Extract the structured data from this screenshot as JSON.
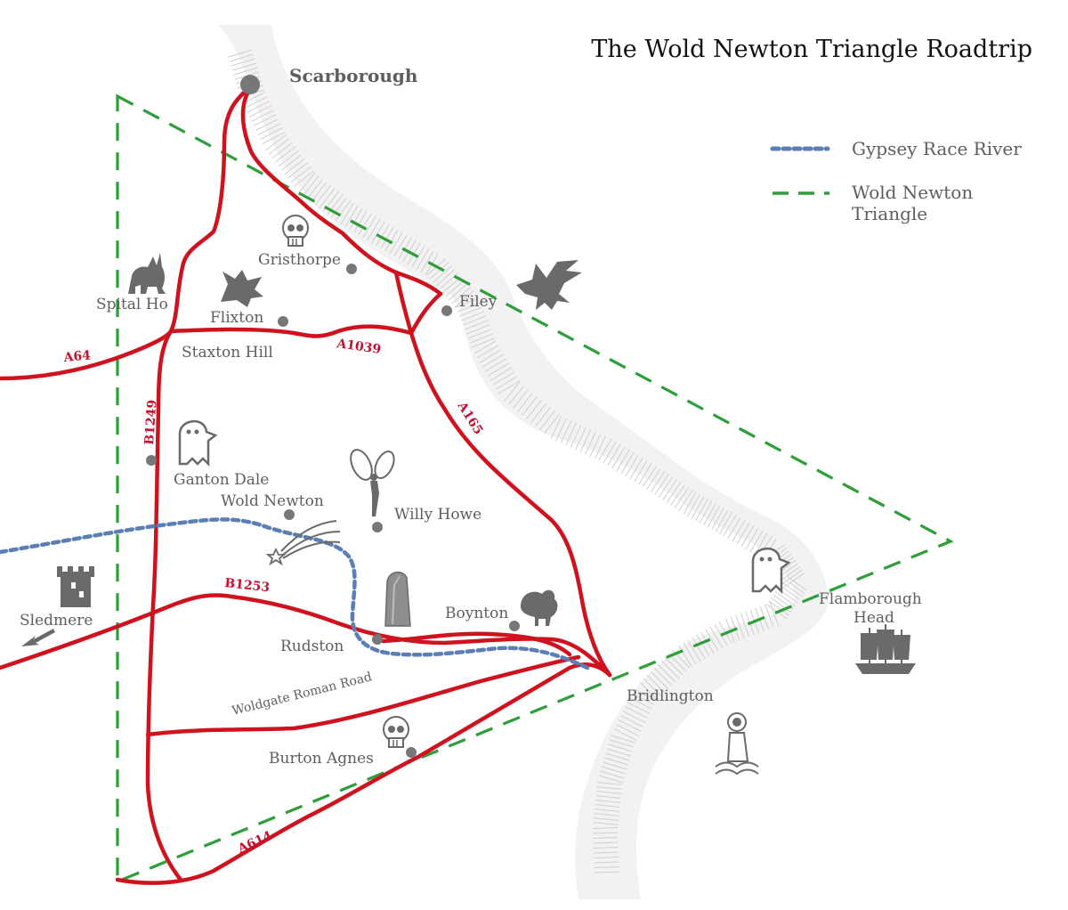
{
  "title": "The Wold Newton Triangle Roadtrip",
  "legend": {
    "items": [
      {
        "label_lines": [
          "Gypsey Race River"
        ],
        "color": "#5b7fb5",
        "style": "dotted"
      },
      {
        "label_lines": [
          "Wold Newton",
          "Triangle"
        ],
        "color": "#2e9e3a",
        "style": "dashed"
      }
    ]
  },
  "colors": {
    "road": "#d0121f",
    "road_label": "#c8102e",
    "river": "#5b7fb5",
    "triangle": "#2e9e3a",
    "place_text": "#5e5e5e",
    "icon": "#6a6a6a"
  },
  "places": {
    "scarborough": "Scarborough",
    "gristhorpe": "Gristhorpe",
    "filey": "Filey",
    "spital_ho": "Spital Ho",
    "flixton": "Flixton",
    "staxton_hill": "Staxton Hill",
    "ganton_dale": "Ganton Dale",
    "wold_newton": "Wold Newton",
    "willy_howe": "Willy Howe",
    "sledmere": "Sledmere",
    "rudston": "Rudston",
    "boynton": "Boynton",
    "bridlington": "Bridlington",
    "burton_agnes": "Burton Agnes",
    "flamborough_head_1": "Flamborough",
    "flamborough_head_2": "Head"
  },
  "roads": {
    "a64": "A64",
    "a1039": "A1039",
    "a165": "A165",
    "b1249": "B1249",
    "b1253": "B1253",
    "woldgate": "Woldgate Roman Road",
    "a614": "A614"
  },
  "icons": {
    "scarborough": "town-dot",
    "gristhorpe": "skull-icon",
    "filey": "dragon-icon",
    "spital_ho": "wolf-icon",
    "flixton": "werewolf-icon",
    "ganton_dale": "ghost-icon",
    "willy_howe": "fairy-icon",
    "wold_newton": "meteorite-icon",
    "sledmere": "castle-tower-icon",
    "rudston": "standing-stone-icon",
    "boynton": "turkey-icon",
    "burton_agnes": "skull-icon",
    "flamborough_head": "ghost-icon",
    "flamborough_sea": "sailing-ship-icon",
    "bridlington": "saint-icon"
  }
}
